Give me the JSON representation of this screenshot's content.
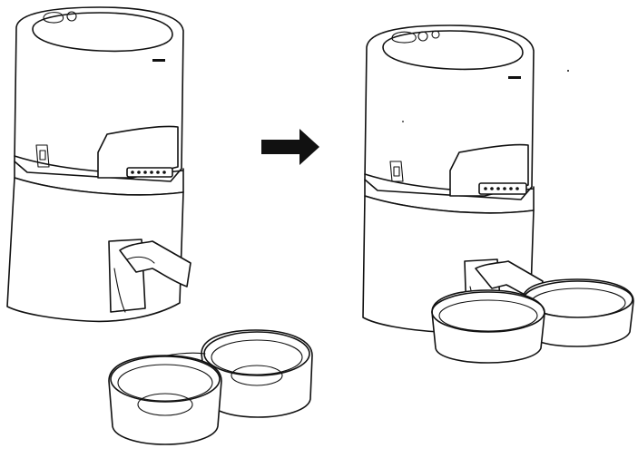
{
  "figure": {
    "steps": [
      {
        "state": "feeder-without-bowls",
        "bowls": "separate"
      },
      {
        "state": "feeder-with-bowls-attached",
        "bowls": "attached"
      }
    ],
    "arrow_direction": "right",
    "colors": {
      "line": "#111111",
      "background": "#ffffff"
    },
    "icons": [
      "arrow-right-icon"
    ]
  }
}
